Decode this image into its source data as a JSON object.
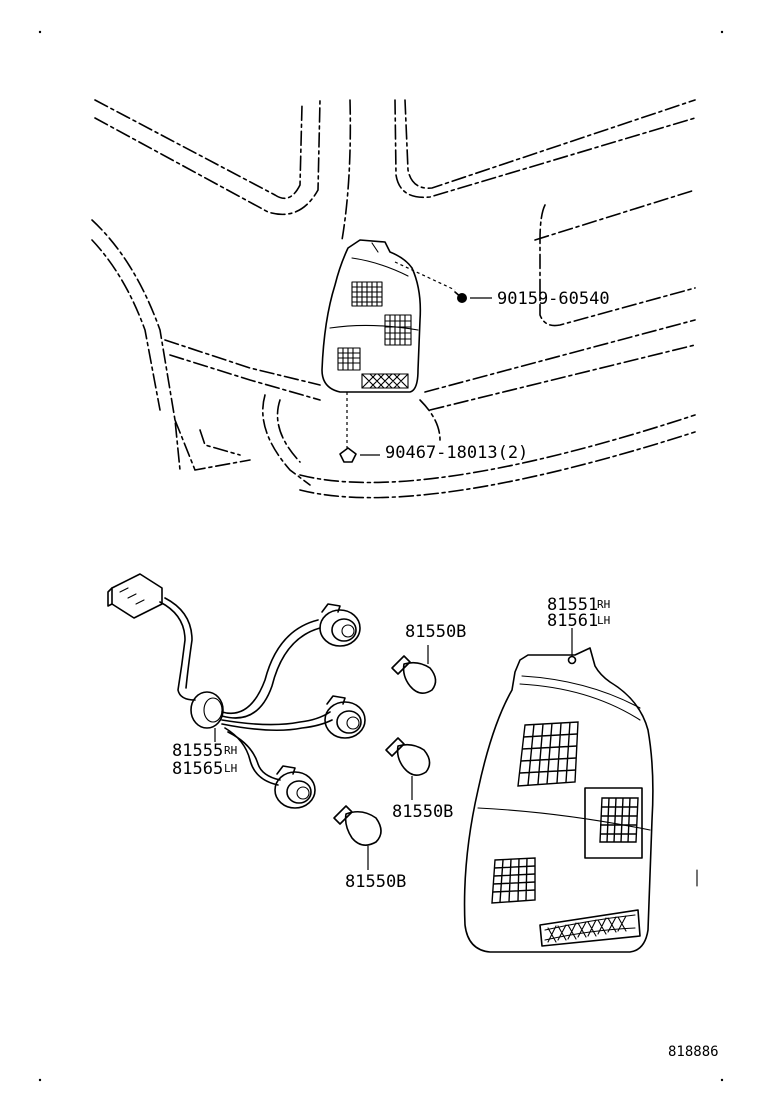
{
  "callouts": {
    "bolt": "90159-60540",
    "clip": "90467-18013(2)",
    "lamp_upper": "81551",
    "lamp_upper_side": "RH",
    "lamp_lower": "81561",
    "lamp_lower_side": "LH",
    "socket_upper": "81555",
    "socket_upper_side": "RH",
    "socket_lower": "81565",
    "socket_lower_side": "LH",
    "bulb_top": "81550B",
    "bulb_middle": "81550B",
    "bulb_bottom": "81550B"
  },
  "illustration_code": "818886"
}
